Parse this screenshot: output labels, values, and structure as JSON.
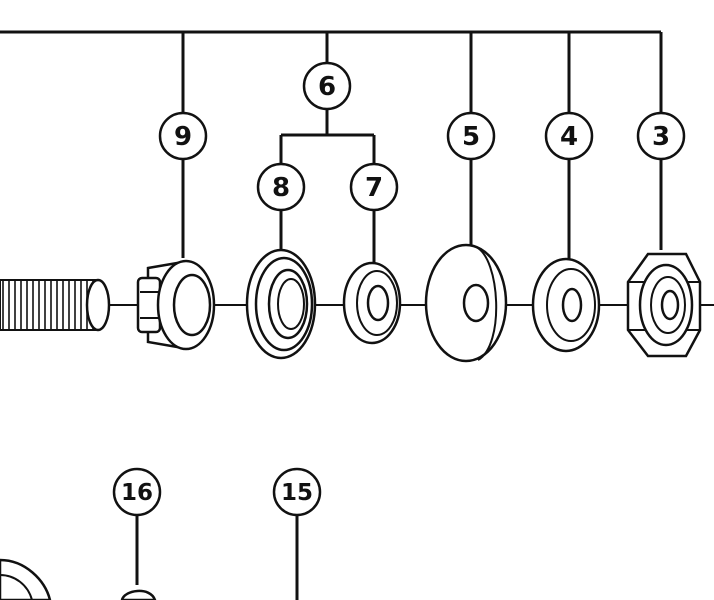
{
  "callouts": {
    "c3": "3",
    "c4": "4",
    "c5": "5",
    "c6": "6",
    "c7": "7",
    "c8": "8",
    "c9": "9",
    "c15": "15",
    "c16": "16"
  }
}
